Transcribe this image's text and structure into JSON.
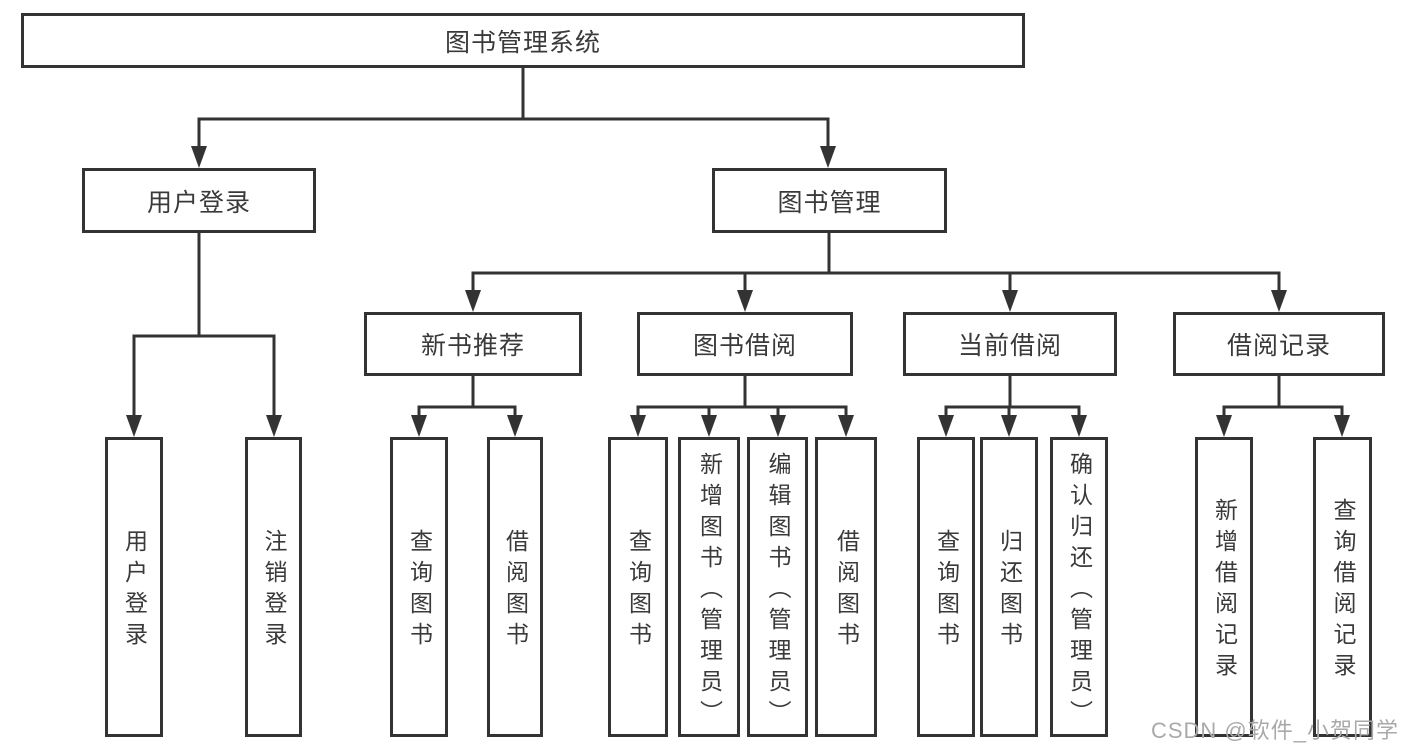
{
  "diagram_title": "图书管理系统",
  "tree": {
    "label": "图书管理系统",
    "children": [
      {
        "label": "用户登录",
        "children": [
          {
            "label": "用户登录"
          },
          {
            "label": "注销登录"
          }
        ]
      },
      {
        "label": "图书管理",
        "children": [
          {
            "label": "新书推荐",
            "children": [
              {
                "label": "查询图书"
              },
              {
                "label": "借阅图书"
              }
            ]
          },
          {
            "label": "图书借阅",
            "children": [
              {
                "label": "查询图书"
              },
              {
                "label": "新增图书（管理员）"
              },
              {
                "label": "编辑图书（管理员）"
              },
              {
                "label": "借阅图书"
              }
            ]
          },
          {
            "label": "当前借阅",
            "children": [
              {
                "label": "查询图书"
              },
              {
                "label": "归还图书"
              },
              {
                "label": "确认归还（管理员）"
              }
            ]
          },
          {
            "label": "借阅记录",
            "children": [
              {
                "label": "新增借阅记录"
              },
              {
                "label": "查询借阅记录"
              }
            ]
          }
        ]
      }
    ]
  },
  "watermark": "CSDN @软件_小贺同学",
  "colors": {
    "line": "#333333",
    "box_border": "#333333",
    "text": "#3a3a3a",
    "watermark": "#a9a9a9",
    "background": "#ffffff"
  }
}
